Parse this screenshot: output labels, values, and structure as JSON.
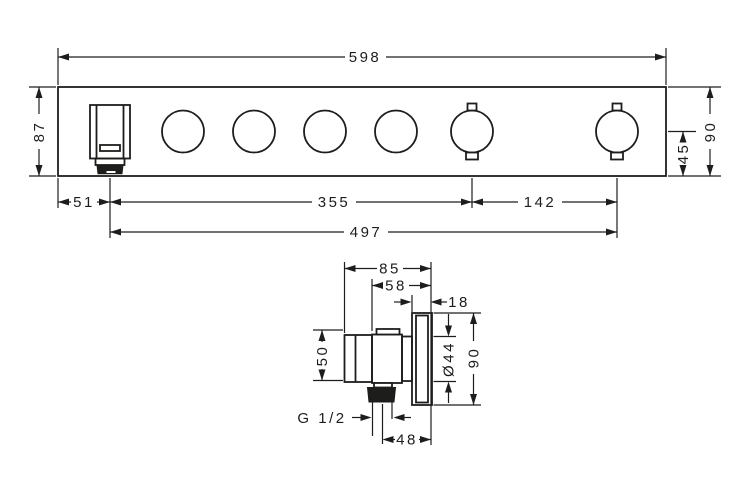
{
  "meta": {
    "drawing_type": "technical dimension drawing, thermostat module front view and side view",
    "line_color": "#1d1d1b",
    "background_color": "#ffffff"
  },
  "front_view": {
    "labels": {
      "overall_width": "598",
      "height_left": "87",
      "height_right": "90",
      "center_offset": "45",
      "edge_to_handle": "51",
      "handle_to_fifth_knob": "355",
      "fifth_to_sixth_knob": "142",
      "handle_to_sixth_knob": "497"
    }
  },
  "side_view": {
    "labels": {
      "total_depth": "85",
      "front_depth": "58",
      "plate_thickness": "18",
      "body_height": "50",
      "knob_diameter": "Ø44",
      "plate_height": "90",
      "pipe_thread": "G 1/2",
      "axis_to_front": "48"
    }
  }
}
